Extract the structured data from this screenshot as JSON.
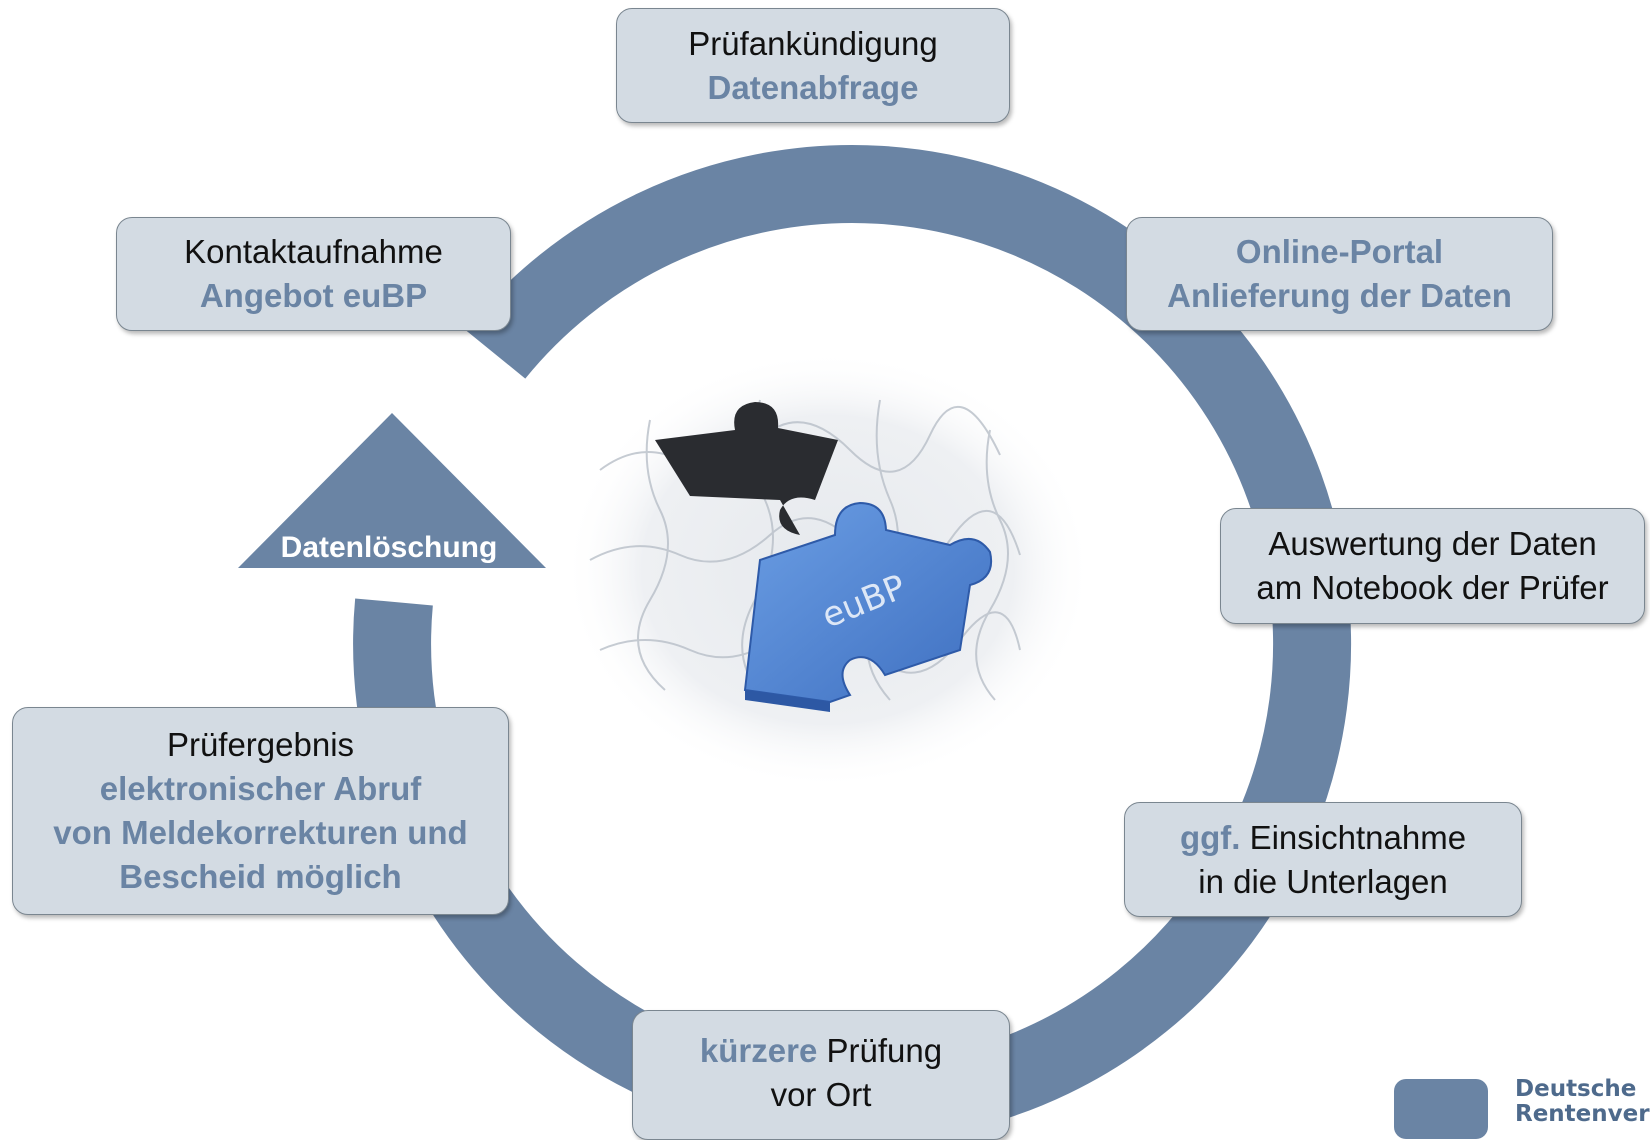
{
  "steps": {
    "top": {
      "line1": "Prüfankündigung",
      "line2": "Datenabfrage"
    },
    "top_left": {
      "line1": "Kontaktaufnahme",
      "line2": "Angebot euBP"
    },
    "top_right": {
      "line1": "Online-Portal",
      "line2": "Anlieferung der Daten"
    },
    "right": {
      "line1": "Auswertung der Daten",
      "line2": "am Notebook der Prüfer"
    },
    "bottom_right": {
      "line1_highlight": "ggf.",
      "line1_rest": "Einsichtnahme",
      "line2": "in die Unterlagen"
    },
    "bottom": {
      "line1_highlight": "kürzere",
      "line1_rest": "Prüfung",
      "line2": "vor Ort"
    },
    "left": {
      "line1": "Prüfergebnis",
      "line2": "elektronischer Abruf",
      "line3": "von Meldekorrekturen und",
      "line4": "Bescheid möglich"
    }
  },
  "arrow_label": "Datenlöschung",
  "puzzle_label": "euBP",
  "logo": {
    "line1": "Deutsche",
    "line2": "Rentenvers"
  },
  "colors": {
    "cycle": "#6a84a4",
    "box_fill": "#d3dbe3",
    "box_border": "#7a8690",
    "highlight_text": "#6a84a4",
    "puzzle_piece": "#4a7cc8"
  }
}
